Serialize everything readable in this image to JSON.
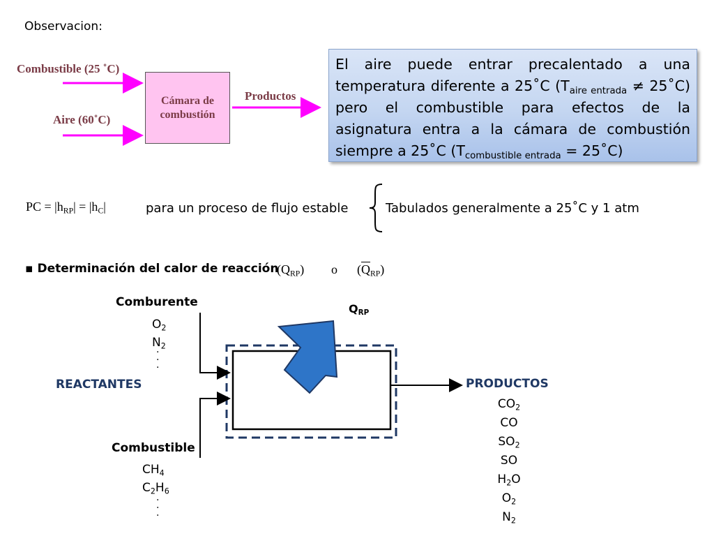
{
  "header": {
    "title": "Observacion:"
  },
  "top_diagram": {
    "fuel_label": "Combustible  (25 ˚C)",
    "air_label": "Aire  (60˚C)",
    "chamber_line1": "Cámara de",
    "chamber_line2": "combustión",
    "products_label": "Productos",
    "colors": {
      "arrow": "#ff00ff",
      "chamber_fill": "#ffc4f0",
      "label_text": "#7a3b46"
    }
  },
  "note": {
    "part1": "El aire puede entrar precalentado a una temperatura diferente a 25˚C (T",
    "sub1": "aire entrada",
    "part2": " ≠ 25˚C) pero el combustible para efectos de la asignatura entra a la cámara de combustión siempre a 25˚C (T",
    "sub2": "combustible entrada",
    "part3": " = 25˚C)"
  },
  "equation": {
    "pc": "PC = |h",
    "pc_sub": "RP",
    "pc_mid": "| = |h",
    "pc_sub2": "C",
    "pc_end": "|",
    "condition": "para un proceso de flujo estable",
    "tabulated": "Tabulados generalmente a 25˚C y 1 atm"
  },
  "section": {
    "bullet": "▪",
    "title": "Determinación del calor de reacción",
    "q1_pre": "(Q",
    "q1_sub": "RP",
    "q1_post": ")",
    "or": "o",
    "q2_pre": "(",
    "q2_mid": "Q",
    "q2_sub": "RP",
    "q2_post": ")"
  },
  "bottom_diagram": {
    "comburente_title": "Comburente",
    "comburente_items": [
      {
        "base": "O",
        "sub": "2"
      },
      {
        "base": "N",
        "sub": "2"
      }
    ],
    "reactants_label": "REACTANTES",
    "combustible_title": "Combustible",
    "combustible_items": [
      {
        "base": "CH",
        "sub": "4"
      },
      {
        "base": "C",
        "sub": "2",
        "tail": "H",
        "sub2": "6"
      }
    ],
    "qrp_main": "Q",
    "qrp_sub": "RP",
    "products_title": "PRODUCTOS",
    "products": [
      {
        "base": "CO",
        "sub": "2"
      },
      {
        "base": "CO",
        "sub": ""
      },
      {
        "base": "SO",
        "sub": "2"
      },
      {
        "base": "SO",
        "sub": ""
      },
      {
        "base": "H",
        "sub": "2",
        "tail": "O"
      },
      {
        "base": "O",
        "sub": "2"
      },
      {
        "base": "N",
        "sub": "2"
      }
    ],
    "colors": {
      "blue_label": "#1f3864",
      "dashed_border": "#1f3864",
      "arrow_fill": "#2e75c8",
      "arrow_stroke": "#1f3864"
    }
  }
}
